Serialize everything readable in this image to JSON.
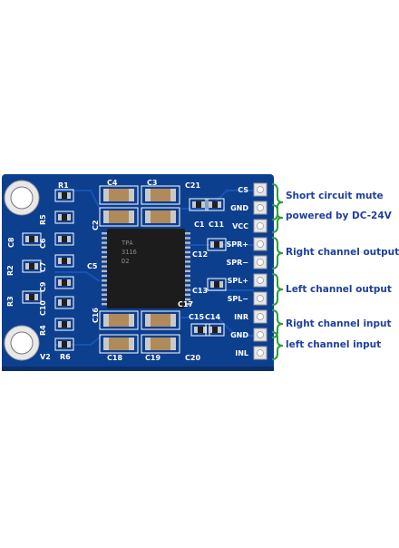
{
  "board": {
    "colors": {
      "pcb": "#0d3f8f",
      "pcb_dark": "#0a2f6c",
      "silk": "#ffffff",
      "pad": "#c9c9c9",
      "chip": "#1c1c1c",
      "cap": "#b08a5a",
      "resistor": "#202020",
      "callout": "#1f3fa0"
    },
    "pin_labels": [
      "CS",
      "GND",
      "VCC",
      "SPR+",
      "SPR−",
      "SPL+",
      "SPL−",
      "INR",
      "GND",
      "INL"
    ],
    "component_labels": {
      "r1": "R1",
      "r2": "R2",
      "r3": "R3",
      "r4": "R4",
      "r5": "R5",
      "r6": "R6",
      "c1": "C1",
      "c2": "C2",
      "c3": "C3",
      "c4": "C4",
      "c5": "C5",
      "c6": "C6",
      "c7": "C7",
      "c8": "C8",
      "c9": "C9",
      "c10": "C10",
      "c11": "C11",
      "c12": "C12",
      "c13": "C13",
      "c14": "C14",
      "c15": "C15",
      "c16": "C16",
      "c17": "C17",
      "c18": "C18",
      "c19": "C19",
      "c20": "C20",
      "c21": "C21",
      "v2": "V2"
    },
    "chip_text": [
      "TPA",
      "3116",
      "D2"
    ]
  },
  "callouts": {
    "short_circuit_mute": "Short circuit mute",
    "powered_by": "powered by DC-24V",
    "right_channel_output": "Right channel output",
    "left_channel_output": "Left channel output",
    "right_channel_input": "Right channel input",
    "left_channel_input": "left channel input"
  }
}
